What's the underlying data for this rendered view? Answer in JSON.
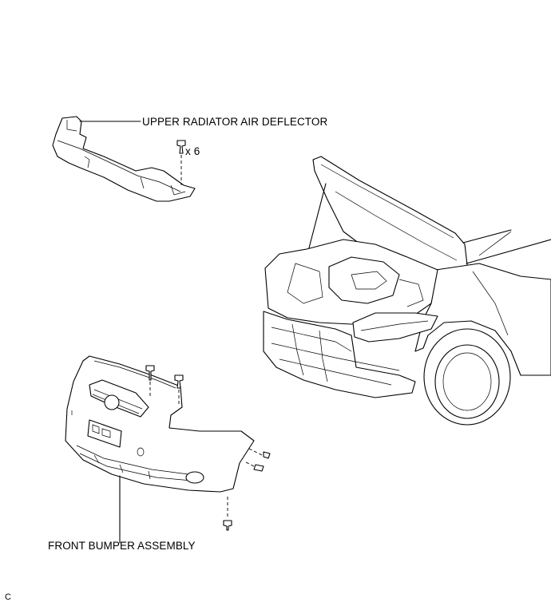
{
  "labels": {
    "upper_radiator_air_deflector": "UPPER RADIATOR AIR DEFLECTOR",
    "clip_quantity": "x 6",
    "front_bumper_assembly": "FRONT BUMPER ASSEMBLY",
    "figure_code": "C"
  }
}
